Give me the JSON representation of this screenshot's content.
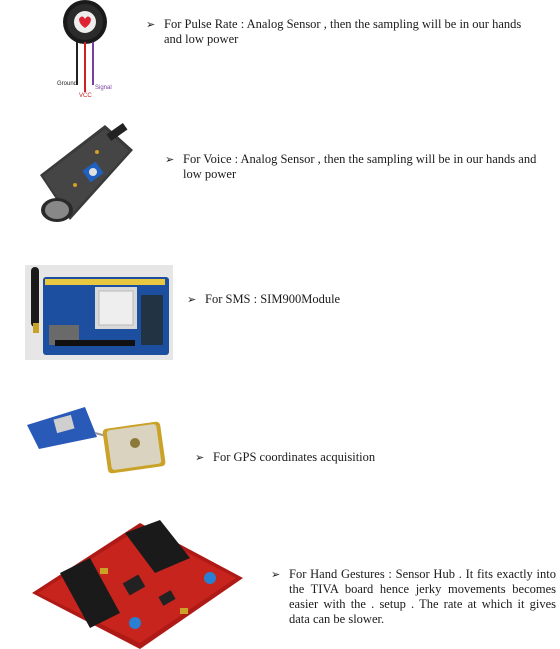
{
  "items": [
    {
      "text": "For Pulse Rate  : Analog Sensor , then the sampling will be in our hands and low power",
      "image": "pulse-sensor"
    },
    {
      "text": "For Voice : Analog Sensor , then the sampling will be in our hands and low power",
      "image": "sound-sensor-module"
    },
    {
      "text": "For SMS : SIM900Module",
      "image": "sim900-gsm-shield"
    },
    {
      "text": "For GPS coordinates acquisition",
      "image": "gps-module-antenna"
    },
    {
      "text": "For Hand Gestures : Sensor Hub . It fits exactly into the TIVA board hence jerky movements becomes easier with the .  setup . The rate at which it gives data  can be slower.",
      "image": "sensor-hub-board"
    }
  ],
  "pulse_labels": {
    "ground": "Ground",
    "vcc": "VCC",
    "signal": "Signal"
  },
  "bullet_glyph": "➢",
  "colors": {
    "pulse_pcb": "#1a1a1a",
    "voice_pcb": "#3a3a3a",
    "shield_blue": "#1c4fa0",
    "gps_blue": "#2a5ab8",
    "hub_red": "#c0211c"
  }
}
